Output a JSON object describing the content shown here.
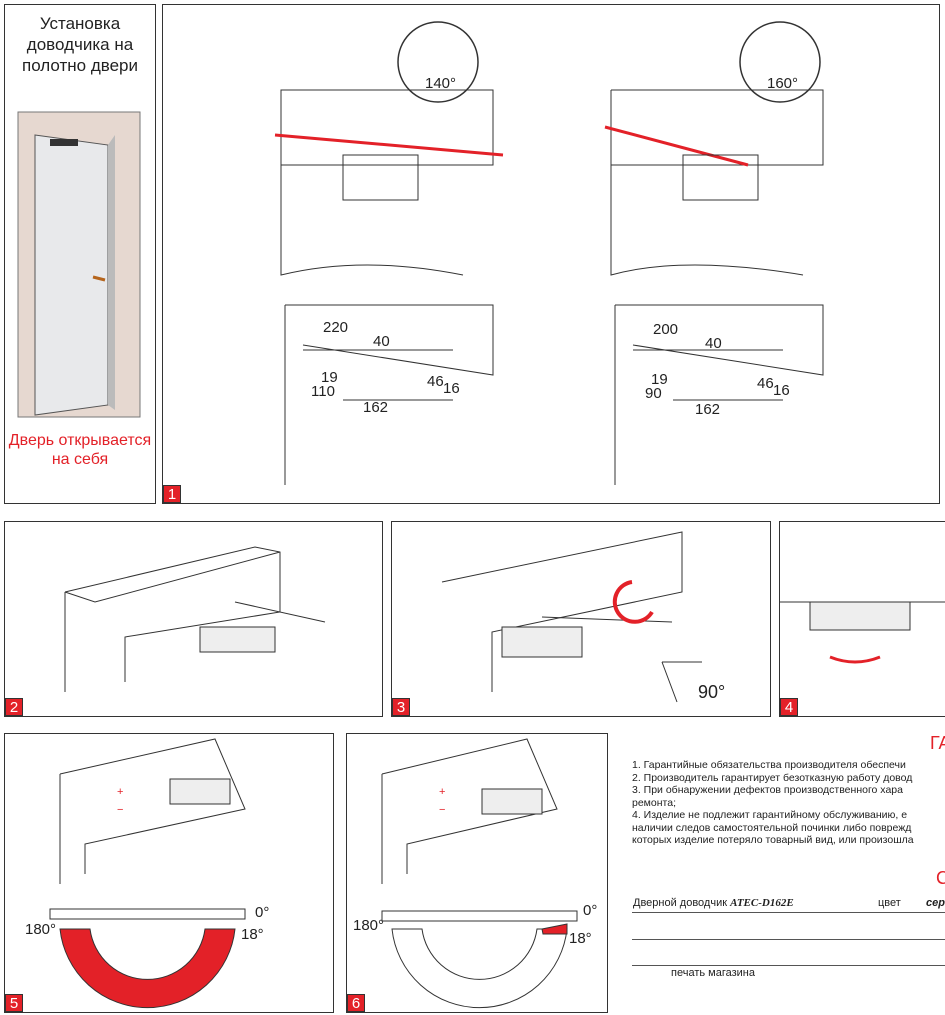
{
  "door_panel": {
    "title": "Установка доводчика на полотно двери",
    "note": "Дверь открывается на себя"
  },
  "step1": {
    "number": "1",
    "angle_left": "140°",
    "angle_right": "160°",
    "dims_left": {
      "a": "220",
      "b": "40",
      "c": "19",
      "d": "46",
      "e": "16",
      "f": "110",
      "g": "162"
    },
    "dims_right": {
      "a": "200",
      "b": "40",
      "c": "19",
      "d": "46",
      "e": "16",
      "f": "90",
      "g": "162"
    }
  },
  "step2": {
    "number": "2"
  },
  "step3": {
    "number": "3",
    "angle": "90°"
  },
  "step4": {
    "number": "4"
  },
  "step5": {
    "number": "5",
    "a0": "0°",
    "a180": "180°",
    "a18": "18°",
    "plus": "+",
    "minus": "−"
  },
  "step6": {
    "number": "6",
    "a0": "0°",
    "a180": "180°",
    "a18": "18°",
    "plus": "+",
    "minus": "−"
  },
  "warranty": {
    "title": "ГА",
    "items": [
      "1.   Гарантийные обязательства производителя обеспечи",
      "2.   Производитель гарантирует безотказную работу довод",
      "3.   При обнаружении дефектов производственного хара",
      "ремонта;",
      "4.   Изделие не подлежит гарантийному обслуживанию, е",
      "наличии следов самостоятельной починки либо поврежд",
      "которых изделие потеряло товарный вид, или произошла"
    ],
    "section_title": "С",
    "product_label": "Дверной доводчик",
    "product_model": "ATEC-D162E",
    "color_label": "цвет",
    "color_value": "сер",
    "stamp_label": "печать магазина"
  },
  "colors": {
    "accent": "#e32128"
  }
}
